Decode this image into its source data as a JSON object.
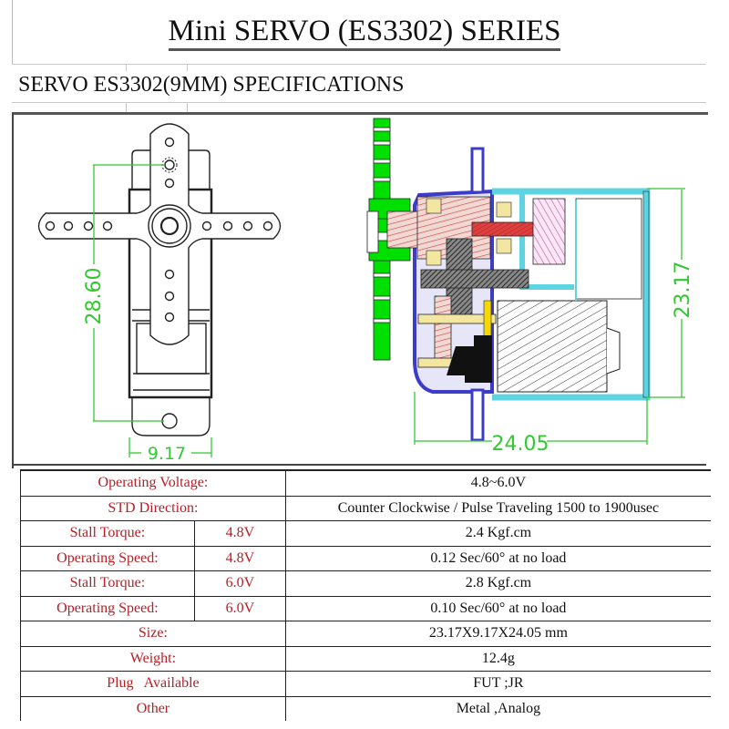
{
  "document": {
    "title": "Mini SERVO (ES3302) SERIES",
    "subtitle": "SERVO ES3302(9MM) SPECIFICATIONS"
  },
  "drawings": {
    "front_view": {
      "height_dimension": "28.60",
      "width_dimension": "9.17"
    },
    "section_view": {
      "height_dimension": "23.17",
      "length_dimension": "24.05"
    },
    "colors": {
      "dimension": "#32c832",
      "output_gear": "#00e000",
      "case_blue": "#3c3cc8",
      "frame_cyan": "#5fd3e0",
      "gear_pink": "#e8a8a0",
      "shaft_red": "#e04040",
      "bearing_yellow": "#f2e6a0",
      "motor_pink": "#d070c0"
    }
  },
  "specs": {
    "rows": [
      {
        "label": "Operating Voltage:",
        "voltage": null,
        "value": "4.8~6.0V"
      },
      {
        "label": "STD  Direction:",
        "voltage": null,
        "value": "Counter Clockwise / Pulse Traveling 1500 to 1900usec"
      },
      {
        "label": "Stall  Torque:",
        "voltage": "4.8V",
        "value": "2.4 Kgf.cm"
      },
      {
        "label": "Operating Speed:",
        "voltage": "4.8V",
        "value": "0.12 Sec/60° at no load"
      },
      {
        "label": "Stall  Torque:",
        "voltage": "6.0V",
        "value": "2.8 Kgf.cm"
      },
      {
        "label": "Operating Speed:",
        "voltage": "6.0V",
        "value": "0.10 Sec/60° at no load"
      },
      {
        "label": "Size:",
        "voltage": null,
        "value": "23.17X9.17X24.05 mm"
      },
      {
        "label": "Weight:",
        "voltage": null,
        "value": "12.4g"
      },
      {
        "label": "Plug   Available",
        "voltage": null,
        "value": "FUT ;JR"
      },
      {
        "label": "Other",
        "voltage": null,
        "value": "Metal ,Analog"
      }
    ]
  }
}
